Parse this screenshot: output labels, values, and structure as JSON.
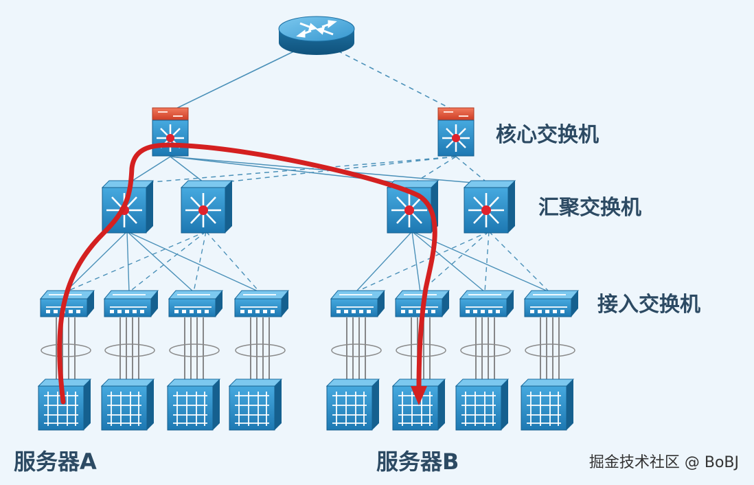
{
  "tiers": {
    "core_label": "核心交换机",
    "aggregation_label": "汇聚交换机",
    "access_label": "接入交换机"
  },
  "servers": {
    "a_label": "服务器A",
    "b_label": "服务器B"
  },
  "watermark": "掘金技术社区 @ BoBJ",
  "colors": {
    "background": "#eef6fc",
    "device_blue": "#2a8fc9",
    "device_dark": "#1b6fa3",
    "link_line": "#4a90b8",
    "path_red": "#d42020",
    "core_top_red": "#e2553a",
    "text": "#2c4a63"
  },
  "icons": [
    "router-icon",
    "core-switch-icon",
    "aggregation-switch-icon",
    "access-switch-icon",
    "server-icon"
  ]
}
